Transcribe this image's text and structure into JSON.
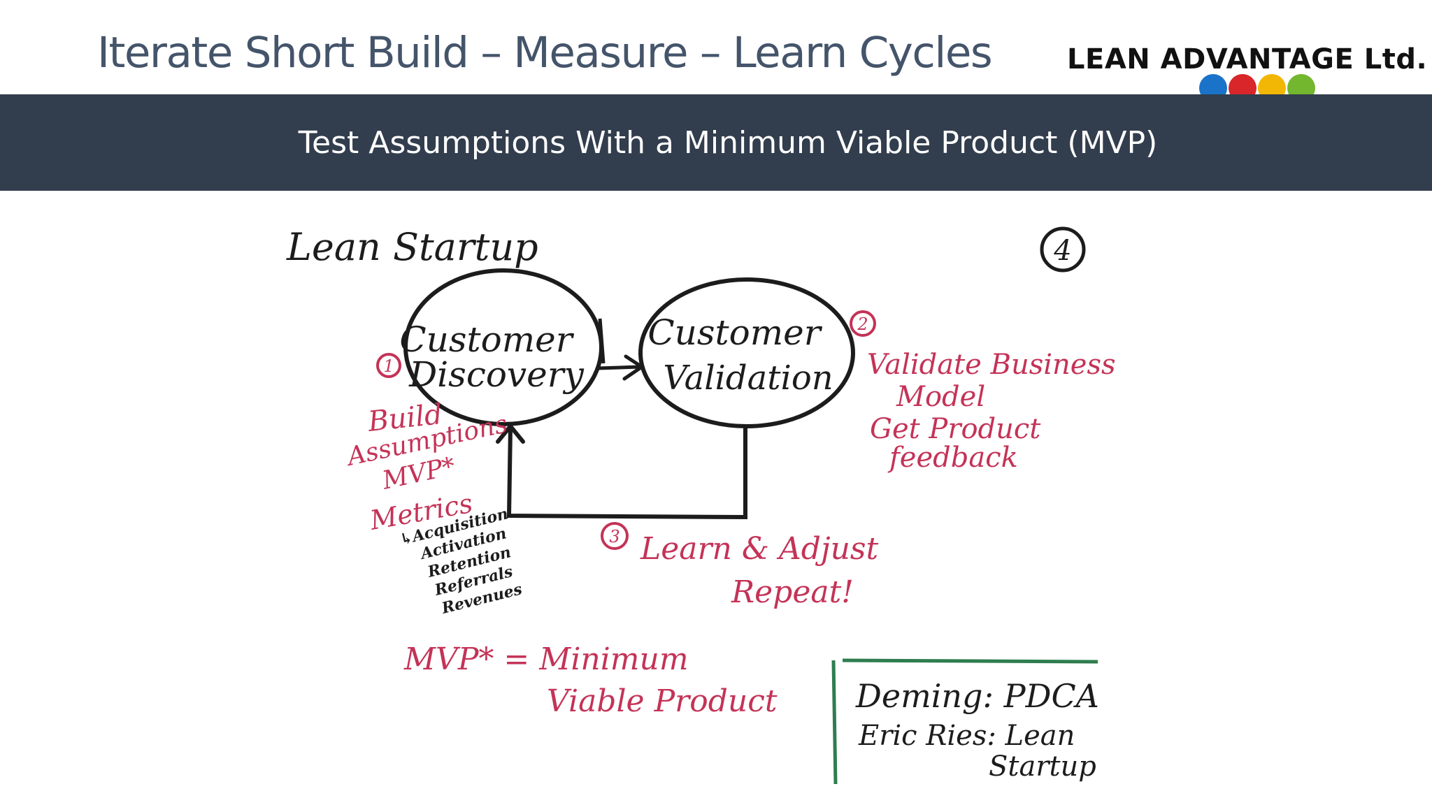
{
  "header": {
    "title": "Iterate Short Build – Measure – Learn Cycles",
    "logo_text": "LEAN ADVANTAGE Ltd.",
    "logo_dot_colors": [
      "#1a73c8",
      "#d8262b",
      "#f2b705",
      "#72b72e"
    ]
  },
  "banner": {
    "text": "Test Assumptions With a Minimum Viable Product (MVP)",
    "background": "#323d4d"
  },
  "sketch": {
    "heading": "Lean Startup",
    "page_marker": "4",
    "nodes": {
      "discovery": {
        "line1": "Customer",
        "line2": "Discovery",
        "step": "1"
      },
      "validation": {
        "line1": "Customer",
        "line2": "Validation",
        "step": "2"
      }
    },
    "discovery_notes": [
      "Build",
      "Assumptions",
      "MVP*"
    ],
    "metrics_label": "Metrics",
    "metrics": [
      "↳Acquisition",
      "Activation",
      "Retention",
      "Referrals",
      "Revenues"
    ],
    "validation_notes": [
      "Validate Business",
      "Model",
      "Get Product",
      "feedback"
    ],
    "loop": {
      "step": "3",
      "line1": "Learn & Adjust",
      "line2": "Repeat!"
    },
    "footnote": {
      "line1": "MVP* = Minimum",
      "line2": "Viable Product"
    },
    "references": {
      "line1": "Deming: PDCA",
      "line2": "Eric Ries: Lean",
      "line3": "Startup"
    },
    "colors": {
      "black_ink": "#1c1c1c",
      "red_ink": "#c43357",
      "green_ink": "#2e7d4f"
    }
  }
}
